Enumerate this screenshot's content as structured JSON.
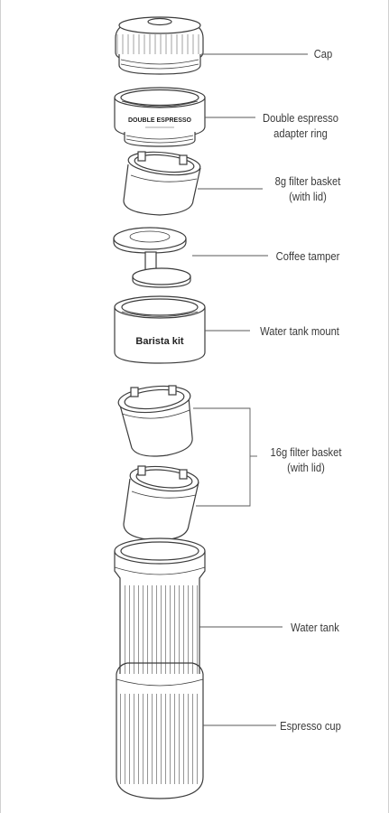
{
  "parts": [
    {
      "id": "cap",
      "label": "Cap"
    },
    {
      "id": "adapter",
      "label_line1": "Double espresso",
      "label_line2": "adapter ring"
    },
    {
      "id": "basket8",
      "label_line1": "8g filter basket",
      "label_line2": "(with lid)"
    },
    {
      "id": "tamper",
      "label": "Coffee tamper"
    },
    {
      "id": "mount",
      "label": "Water tank mount"
    },
    {
      "id": "basket16",
      "label_line1": "16g filter basket",
      "label_line2": "(with lid)"
    },
    {
      "id": "tank",
      "label": "Water tank"
    },
    {
      "id": "cup",
      "label": "Espresso cup"
    }
  ],
  "embossed": {
    "adapter_ring": "DOUBLE ESPRESSO",
    "mount": "Barista kit"
  },
  "colors": {
    "line": "#3c3c3c",
    "leader": "#5a5a5a",
    "fill": "#ffffff"
  }
}
